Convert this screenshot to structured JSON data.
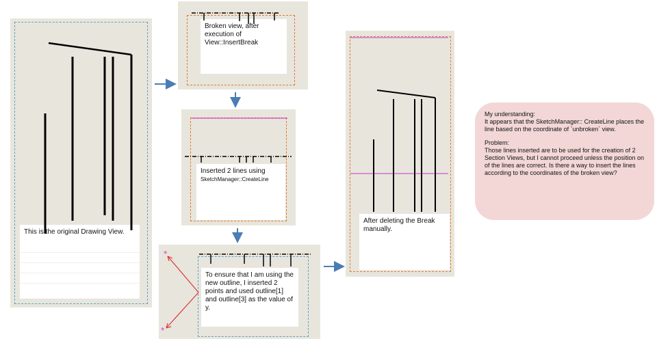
{
  "panels": {
    "original": {
      "note": "This is the original Drawing View."
    },
    "broken": {
      "note": "Broken view, after execution of View::InsertBreak"
    },
    "inserted": {
      "note_line1": "Inserted 2 lines using",
      "note_line2": "SketchManager::CreateLine"
    },
    "new_outline": {
      "note": "To ensure that I am using the  new  outline, I inserted 2 points and used outline[1] and outline[3] as the value of y."
    },
    "after_delete": {
      "note": "After deleting the Break manually."
    }
  },
  "explanation": {
    "understanding_heading": "My understanding:",
    "understanding_text": "It appears that the SketchManager:: CreateLine places the line based on the coordinate of `unbroken` view.",
    "problem_heading": "Problem:",
    "problem_text": "Those lines inserted are to be used for the creation of 2 Section Views, but I cannot proceed unless the position on of the lines are correct. Is there a way to insert the lines according to the coordinates of the broken view?"
  },
  "colors": {
    "panel_bg": "#e8e5dc",
    "arrow": "#4a7db5",
    "line_magenta": "#cc33cc",
    "annotation_red": "#d9383a",
    "border_orange": "#e07a2e",
    "border_blue": "#5aa3c8",
    "bubble_bg": "#f3d7d7"
  }
}
